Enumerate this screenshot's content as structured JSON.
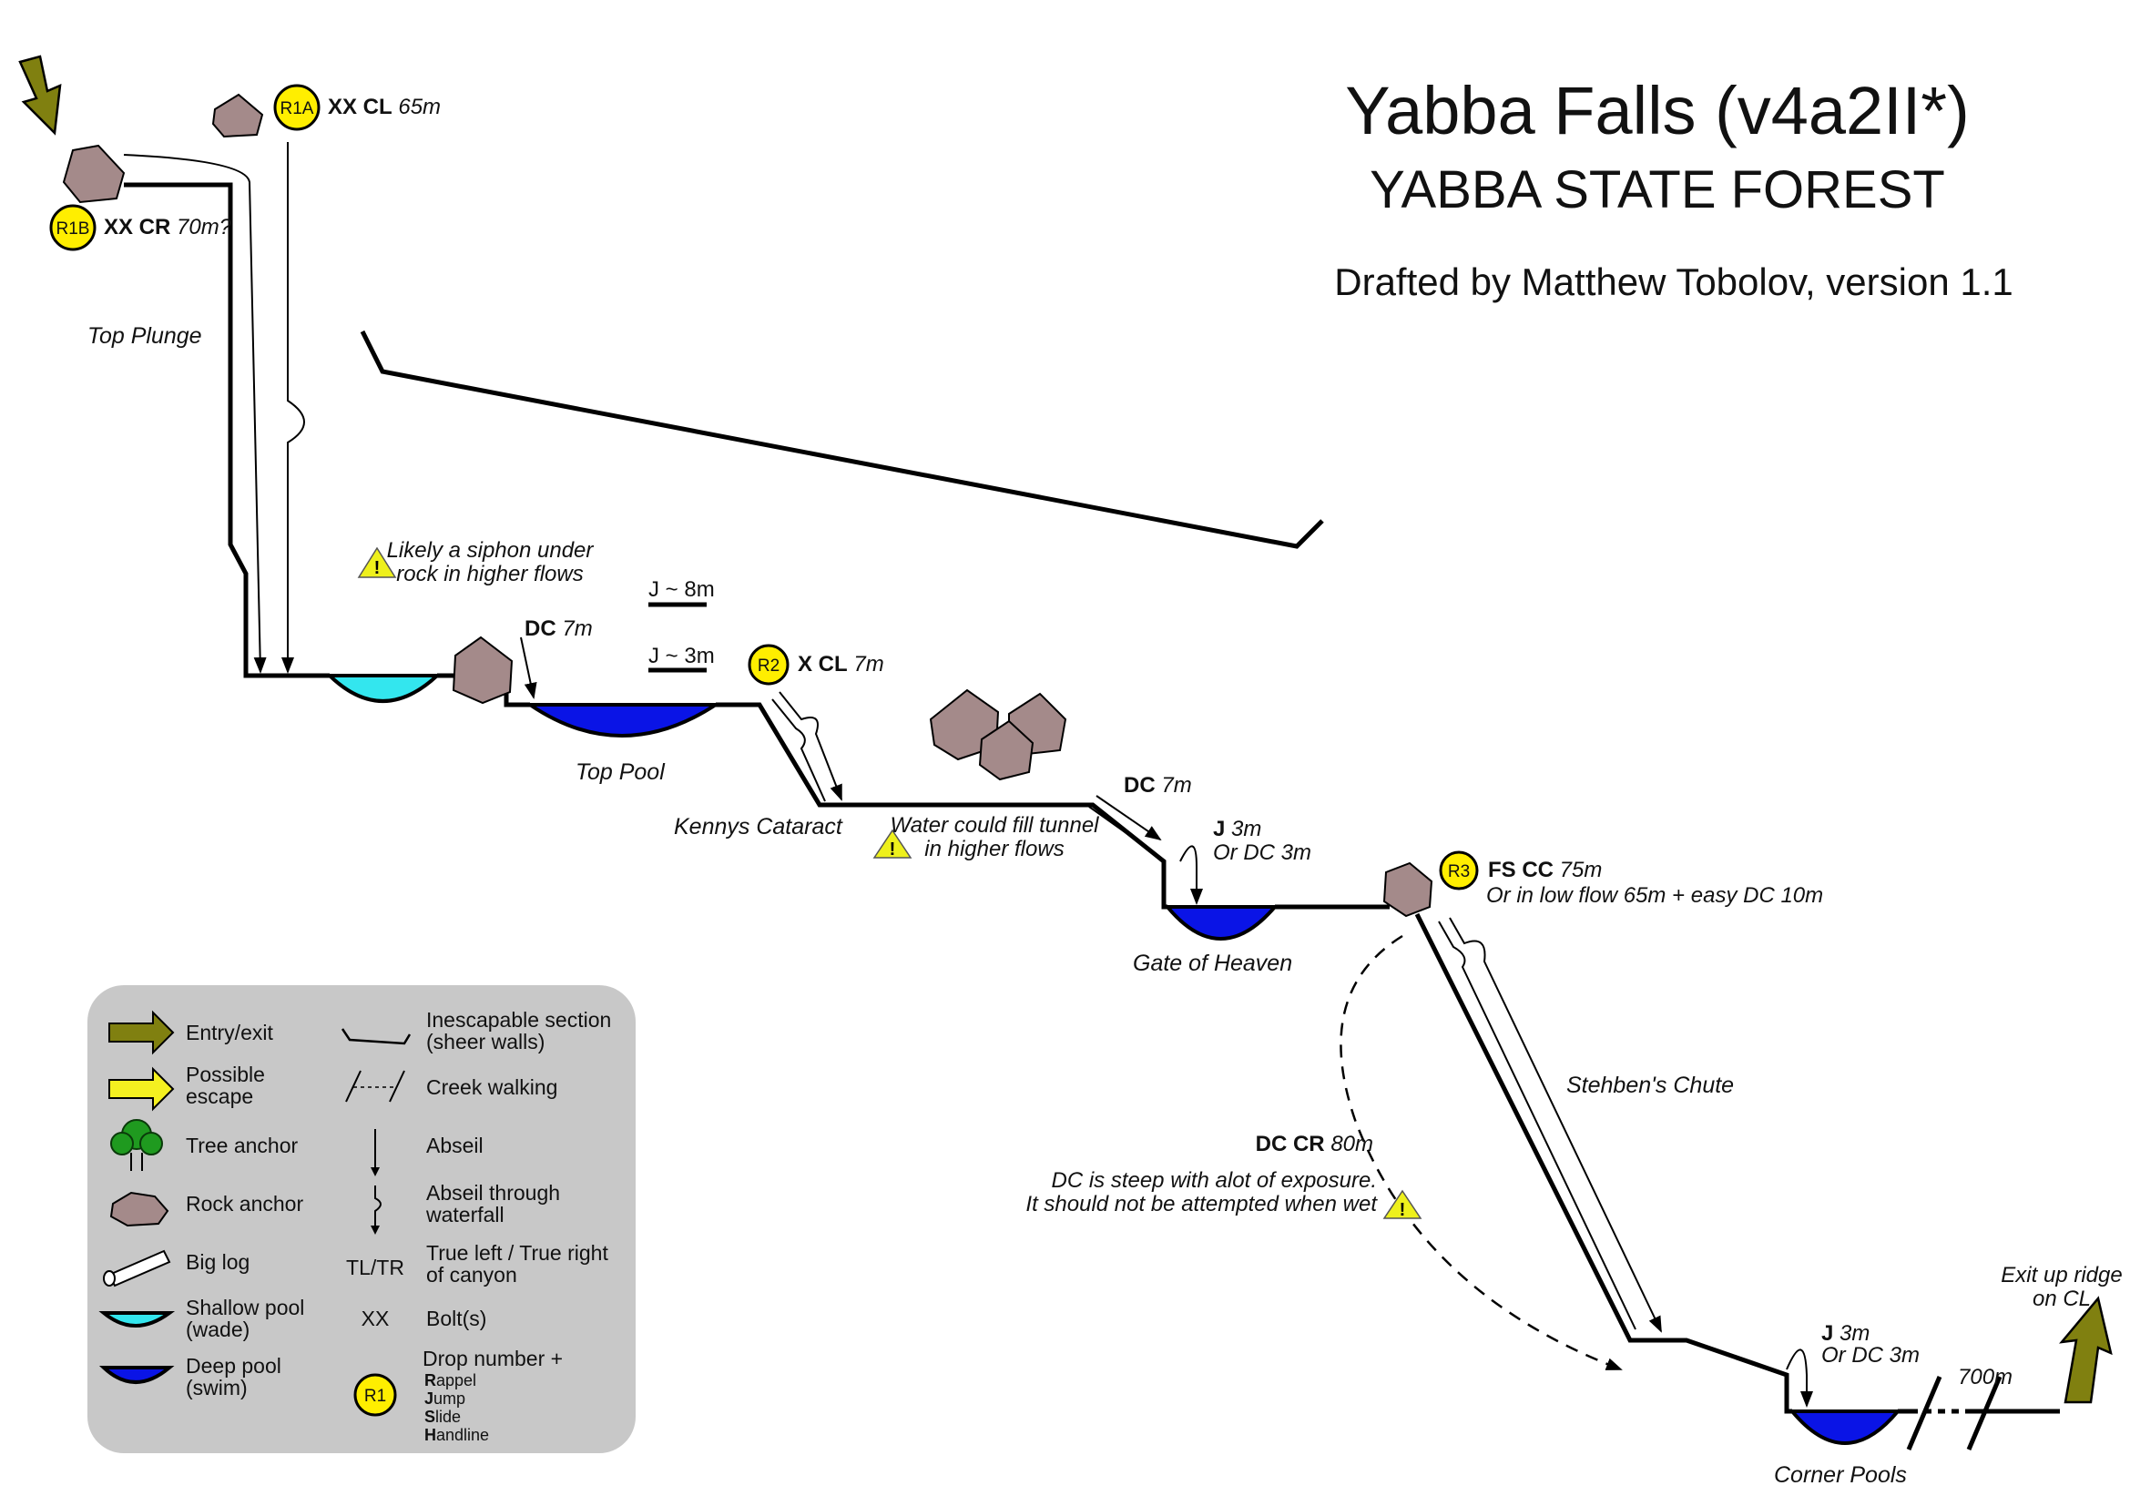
{
  "header": {
    "title": "Yabba Falls (v4a2II*)",
    "subtitle": "YABBA STATE FOREST",
    "author": "Drafted by Matthew Tobolov, version 1.1"
  },
  "colors": {
    "badge": "#ffee00",
    "rock": "#a48a8a",
    "shallow_pool": "#33e6ee",
    "deep_pool": "#0a14e6",
    "entry_arrow": "#808010",
    "escape_arrow": "#f4f020",
    "legend_bg": "#c8c8c8"
  },
  "drops": {
    "r1a": {
      "badge": "R1A",
      "code": "XX CL",
      "length": "65m"
    },
    "r1b": {
      "badge": "R1B",
      "code": "XX CR",
      "length": "70m?"
    },
    "dc1": {
      "code": "DC",
      "length": "7m"
    },
    "j8": {
      "text": "J ~ 8m"
    },
    "j3": {
      "text": "J ~ 3m"
    },
    "r2": {
      "badge": "R2",
      "code": "X CL",
      "length": "7m"
    },
    "dc2": {
      "code": "DC",
      "length": "7m"
    },
    "jgate": {
      "code": "J",
      "length": "3m",
      "alt": "Or DC 3m"
    },
    "r3": {
      "badge": "R3",
      "code": "FS CC",
      "length": "75m",
      "alt": "Or in low flow 65m + easy DC 10m"
    },
    "dccr": {
      "code": "DC CR",
      "length": "80m"
    },
    "jcorner": {
      "code": "J",
      "length": "3m",
      "alt": "Or DC 3m"
    }
  },
  "sections": {
    "top_plunge": "Top Plunge",
    "top_pool": "Top Pool",
    "kennys_cataract": "Kennys Cataract",
    "gate_of_heaven": "Gate of Heaven",
    "stehbens_chute": "Stehben's Chute",
    "corner_pools": "Corner Pools"
  },
  "notes": {
    "siphon_1": "Likely a siphon under",
    "siphon_2": "rock in higher flows",
    "tunnel_1": "Water could fill tunnel",
    "tunnel_2": "in higher flows",
    "dc_warn_1": "DC is steep with alot of exposure.",
    "dc_warn_2": "It should not be attempted when wet",
    "exit_1": "Exit up ridge",
    "exit_2": "on CL",
    "creek_walk": "700m"
  },
  "legend": {
    "entry_exit": "Entry/exit",
    "escape_1": "Possible",
    "escape_2": "escape",
    "tree": "Tree anchor",
    "rock": "Rock anchor",
    "log": "Big log",
    "shallow_1": "Shallow pool",
    "shallow_2": "(wade)",
    "deep_1": "Deep pool",
    "deep_2": "(swim)",
    "inescapable_1": "Inescapable section",
    "inescapable_2": "(sheer walls)",
    "creek": "Creek walking",
    "abseil": "Abseil",
    "abseil_wf_1": "Abseil through",
    "abseil_wf_2": "waterfall",
    "tltr_sym": "TL/TR",
    "tltr_1": "True left / True right",
    "tltr_2": "of canyon",
    "xx_sym": "XX",
    "bolts": "Bolt(s)",
    "drop_1": "Drop number +",
    "drop_badge": "R1",
    "drop_r": "R",
    "drop_r_rest": "appel",
    "drop_j": "J",
    "drop_j_rest": "ump",
    "drop_s": "S",
    "drop_s_rest": "lide",
    "drop_h": "H",
    "drop_h_rest": "andline"
  }
}
